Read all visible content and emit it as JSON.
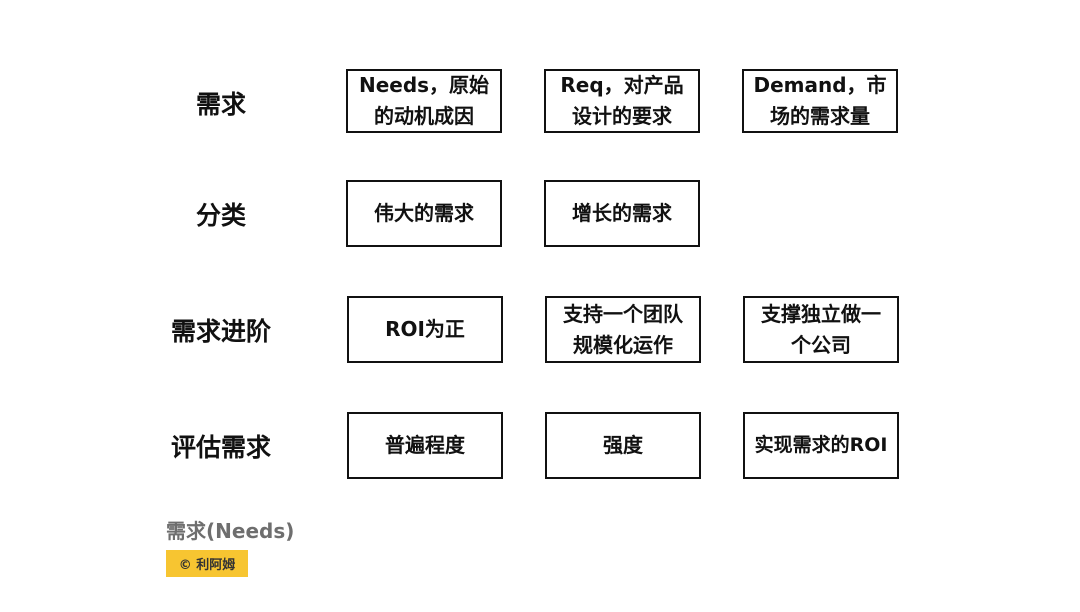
{
  "rows": [
    {
      "label": "需求",
      "cells": [
        "Needs，原始\n的动机成因",
        "Req，对产品\n设计的要求",
        "Demand，市\n场的需求量"
      ]
    },
    {
      "label": "分类",
      "cells": [
        "伟大的需求",
        "增长的需求"
      ]
    },
    {
      "label": "需求进阶",
      "cells": [
        "ROI为正",
        "支持一个团队\n规模化运作",
        "支撑独立做一\n个公司"
      ]
    },
    {
      "label": "评估需求",
      "cells": [
        "普遍程度",
        "强度",
        "实现需求的ROI"
      ]
    }
  ],
  "caption": "需求(Needs)",
  "credit": "© 利阿姆",
  "colors": {
    "border": "#111111",
    "caption": "#6e6e6e",
    "badge_bg": "#f7c531"
  }
}
